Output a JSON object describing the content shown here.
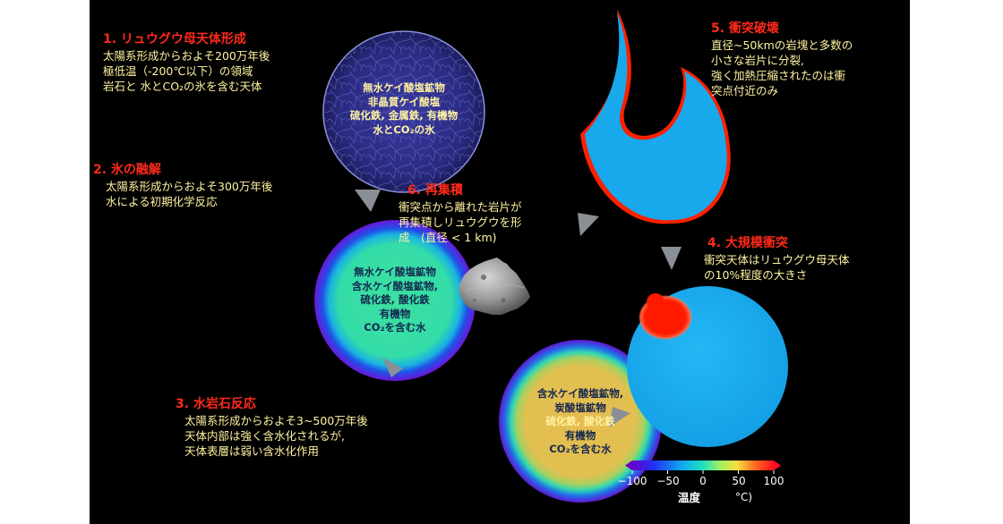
{
  "stages": [
    {
      "head": "1. リュウグウ母天体形成",
      "lines": [
        "太陽系形成からおよそ200万年後",
        "極低温（-200℃以下）の領域",
        "岩石と 水とCO₂の氷を含む天体"
      ]
    },
    {
      "head": "2. 氷の融解",
      "lines": [
        "太陽系形成からおよそ300万年後",
        "水による初期化学反応"
      ]
    },
    {
      "head": "3. 水岩石反応",
      "lines": [
        "太陽系形成からおよそ3~500万年後",
        "天体内部は強く含水化されるが,",
        "天体表層は弱い含水化作用"
      ]
    },
    {
      "head": "4. 大規模衝突",
      "lines": [
        "衝突天体はリュウグウ母天体",
        "の10%程度の大きさ"
      ]
    },
    {
      "head": "5. 衝突破壊",
      "lines": [
        "直径~50kmの岩塊と多数の",
        "小さな岩片に分裂,",
        "強く加熱圧縮されたのは衝",
        "突点付近のみ"
      ]
    },
    {
      "head": "6. 再集積",
      "lines": [
        "衝突点から離れた岩片が",
        "再集積しリュウグウを形",
        "成　(直径 < 1 km)"
      ]
    }
  ],
  "circles": {
    "c1": [
      "無水ケイ酸塩鉱物",
      "非晶質ケイ酸塩",
      "硫化鉄, 金属鉄, 有機物",
      "水とCO₂の氷"
    ],
    "c2": [
      "無水ケイ酸塩鉱物",
      "含水ケイ酸塩鉱物,",
      "硫化鉄, 酸化鉄",
      "有機物",
      "CO₂を含む水"
    ],
    "c3": [
      "含水ケイ酸塩鉱物,",
      "炭酸塩鉱物",
      "硫化鉄, 酸化鉄",
      "有機物",
      "CO₂を含む水"
    ]
  },
  "colorbar": {
    "ticks": [
      "−100",
      "−50",
      "0",
      "50",
      "100"
    ],
    "label": "温度",
    "unit": "°C)"
  },
  "colors": {
    "heading": "#ff2a1a",
    "body_text": "#fff3a0",
    "arrow": "#8a8f96",
    "hot": "#ff1a00",
    "water": "#1ab0f0"
  }
}
